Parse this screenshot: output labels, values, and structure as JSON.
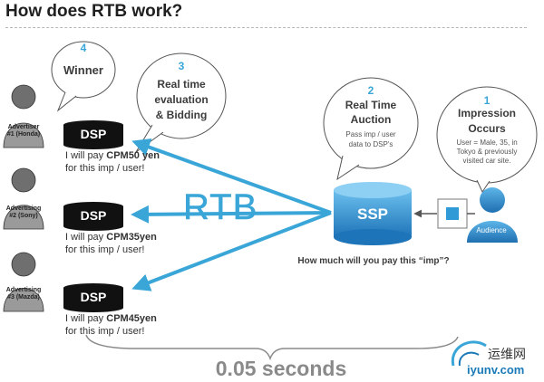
{
  "title": "How does RTB work?",
  "bubbles": {
    "winner": {
      "number": "4",
      "text": "Winner"
    },
    "evaluation": {
      "number": "3",
      "line1": "Real time",
      "line2": "evaluation",
      "line3": "& Bidding"
    },
    "auction": {
      "number": "2",
      "line1": "Real Time",
      "line2": "Auction",
      "sub1": "Pass imp / user",
      "sub2": "data to DSP's"
    },
    "impression": {
      "number": "1",
      "line1": "Impression",
      "line2": "Occurs",
      "sub1": "User = Male, 35, in",
      "sub2": "Tokyo & previously",
      "sub3": "visited car site."
    }
  },
  "advertisers": [
    {
      "line1": "Advertiser",
      "line2": "#1 (Honda)",
      "dsp": "DSP",
      "bid_prefix": "I will pay ",
      "bid_value": "CPM50 yen",
      "bid_line2": "for this imp / user!"
    },
    {
      "line1": "Advertising",
      "line2": "#2 (Sony)",
      "dsp": "DSP",
      "bid_prefix": "I will pay ",
      "bid_value": "CPM35yen",
      "bid_line2": "for this imp / user!"
    },
    {
      "line1": "Advertising",
      "line2": "#3 (Mazda)",
      "dsp": "DSP",
      "bid_prefix": "I will pay ",
      "bid_value": "CPM45yen",
      "bid_line2": "for this imp / user!"
    }
  ],
  "rtb_label": "RTB",
  "ssp_label": "SSP",
  "audience_label": "Audience",
  "question": "How much will you pay this “imp”?",
  "timing": "0.05 seconds",
  "watermark": {
    "brand": "运维网",
    "url": "iyunv.com"
  },
  "colors": {
    "accent": "#3aa6d8",
    "dsp": "#111111",
    "person": "#6f6f6f",
    "ssp": "#2f8fce"
  }
}
